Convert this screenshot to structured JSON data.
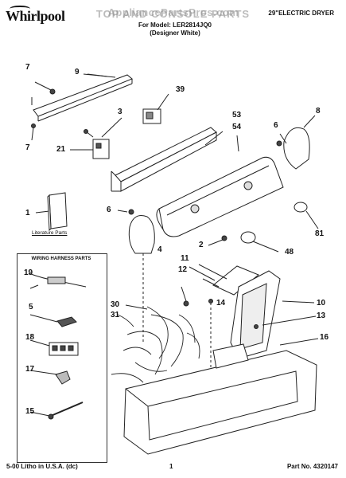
{
  "header": {
    "brand": "Whirlpool",
    "title": "TOP AND CONSOLE PARTS",
    "watermark": "AppliancePartsPros.com",
    "model_line": "For Model: LER2814JQ0",
    "model_sub": "(Designer White)",
    "product": "29\"ELECTRIC DRYER"
  },
  "labels": {
    "literature_parts": "Literature Parts",
    "wiring_harness_parts": "WIRING HARNESS PARTS"
  },
  "callouts": {
    "c7a": "7",
    "c9": "9",
    "c39": "39",
    "c3": "3",
    "c7b": "7",
    "c21": "21",
    "c53": "53",
    "c54": "54",
    "c8": "8",
    "c6a": "6",
    "c1": "1",
    "c6b": "6",
    "c81": "81",
    "c2": "2",
    "c4": "4",
    "c48": "48",
    "c11": "11",
    "c12": "12",
    "c19": "19",
    "c5": "5",
    "c14": "14",
    "c10": "10",
    "c30": "30",
    "c31": "31",
    "c13": "13",
    "c18": "18",
    "c16": "16",
    "c17": "17",
    "c15": "15"
  },
  "footer": {
    "left": "5-00 Litho in U.S.A. (dc)",
    "center": "1",
    "right": "Part No. 4320147"
  }
}
